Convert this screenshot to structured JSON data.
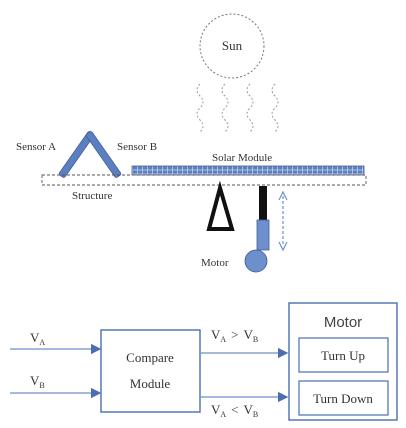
{
  "top_diagram": {
    "sun_label": "Sun",
    "sensor_a_label": "Sensor A",
    "sensor_b_label": "Sensor B",
    "solar_module_label": "Solar Module",
    "structure_label": "Structure",
    "motor_label": "Motor"
  },
  "block_diagram": {
    "input_a": {
      "letter": "V",
      "sub": "A"
    },
    "input_b": {
      "letter": "V",
      "sub": "B"
    },
    "compare_line1": "Compare",
    "compare_line2": "Module",
    "cond_up": {
      "left": "V",
      "left_sub": "A",
      "op": ">",
      "right": "V",
      "right_sub": "B"
    },
    "cond_down": {
      "left": "V",
      "left_sub": "A",
      "op": "<",
      "right": "V",
      "right_sub": "B"
    },
    "motor_title": "Motor",
    "turn_up": "Turn Up",
    "turn_down": "Turn Down"
  },
  "colors": {
    "blue": "#4a6fb0",
    "light_blue": "#7ea0d0",
    "gray_line": "#6f6f6f",
    "text": "#333333"
  }
}
